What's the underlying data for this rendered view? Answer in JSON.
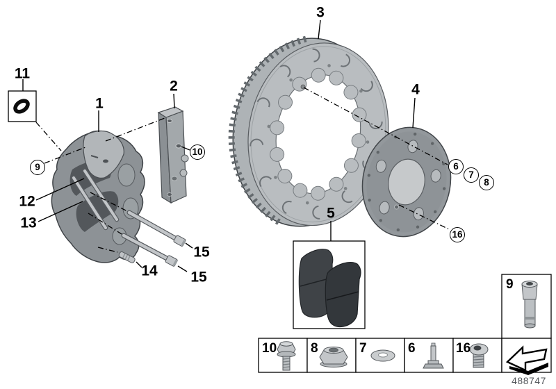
{
  "callouts": {
    "n1": "1",
    "n2": "2",
    "n3": "3",
    "n4": "4",
    "n5": "5",
    "n11": "11",
    "n12": "12",
    "n13": "13",
    "n14": "14",
    "n15a": "15",
    "n15b": "15",
    "c6": "6",
    "c7": "7",
    "c8": "8",
    "c9": "9",
    "c10": "10",
    "c16": "16"
  },
  "legend": {
    "n10": "10",
    "n8": "8",
    "n7": "7",
    "n6": "6",
    "n16": "16",
    "n9": "9"
  },
  "footer": {
    "doc_number": "488747"
  },
  "icons": {
    "legend_10": "flange-bolt-icon",
    "legend_8": "flange-nut-icon",
    "legend_7": "washer-icon",
    "legend_6": "retaining-pin-icon",
    "legend_16": "socket-plug-screw-icon",
    "legend_9": "guide-bolt-icon",
    "arrow": "direction-arrow-icon",
    "o_ring": "o-ring-icon"
  },
  "colors": {
    "line": "#000000",
    "metal_light": "#c3c6c9",
    "metal_mid": "#9aa0a4",
    "metal_dark": "#54585c",
    "pad_dark": "#383c40",
    "doc_number_gray": "#53575b"
  }
}
